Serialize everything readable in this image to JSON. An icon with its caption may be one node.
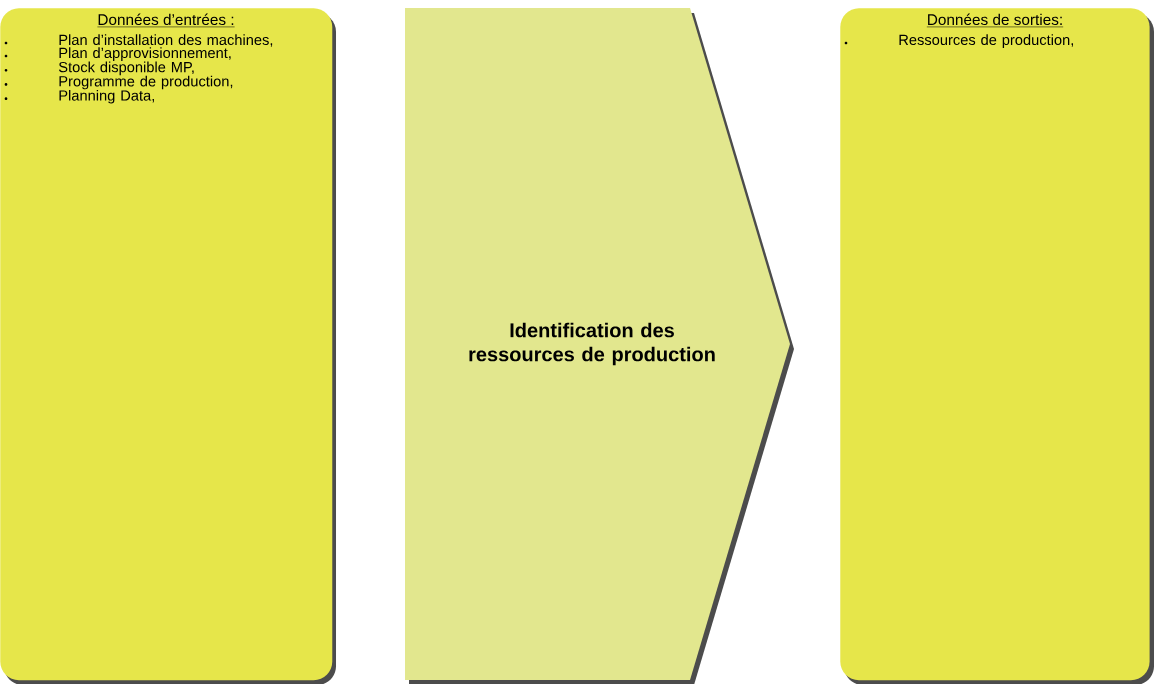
{
  "diagram": {
    "nodes": [
      {
        "text": [
          "Données d’entrées :",
          "Plan d’installation des machines,",
          "Plan d’approvisionnement,",
          "Stock disponible MP,",
          "Programme de production,",
          "Planning Data,"
        ]
      },
      {
        "text": [
          "Identification des ressources de production"
        ]
      },
      {
        "text": [
          "Données de sorties:",
          "Ressources de production,"
        ]
      }
    ]
  }
}
